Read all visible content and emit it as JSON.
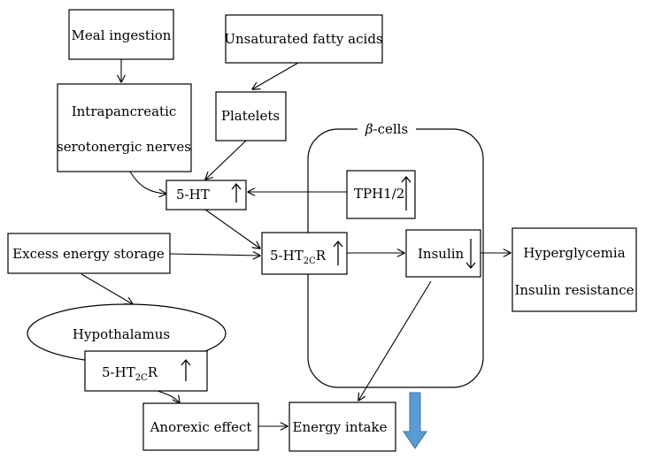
{
  "nodes": {
    "meal": "Meal ingestion",
    "fatty_acids": "Unsaturated fatty acids",
    "intrapancreatic_line1": "Intrapancreatic",
    "intrapancreatic_line2": "serotonergic nerves",
    "platelets": "Platelets",
    "beta_cells": "β-cells",
    "beta_prefix": "β",
    "beta_suffix": "-cells",
    "ht": "5-HT",
    "tph": "TPH1/2",
    "ht2cr_main": "5-HT",
    "ht2cr_sub": "2C",
    "ht2cr_r": "R",
    "excess": "Excess energy storage",
    "insulin": "Insulin",
    "hyperglycemia": "Hyperglycemia",
    "insulin_resistance": "Insulin resistance",
    "hypothalamus": "Hypothalamus",
    "hypo_receptor_main": "5-HT",
    "hypo_receptor_sub": "2C",
    "hypo_receptor_r": "R",
    "anorexic": "Anorexic effect",
    "energy_intake": "Energy intake"
  },
  "indicators": {
    "ht": "up",
    "tph": "up",
    "ht2cr": "up",
    "insulin": "down",
    "hypo_receptor": "up",
    "energy_intake": "down"
  },
  "colors": {
    "stroke": "#000000",
    "decrease_arrow": "#5b9bd5",
    "decrease_arrow_edge": "#41719c"
  }
}
